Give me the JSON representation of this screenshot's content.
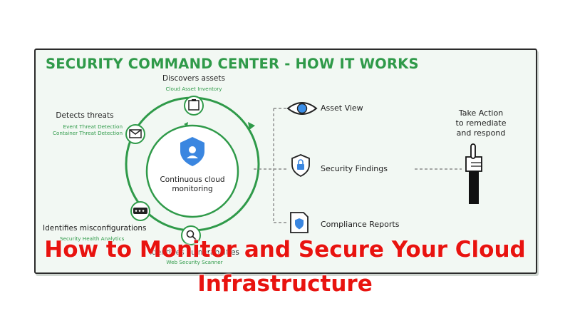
{
  "diagram": {
    "title": "SECURITY COMMAND CENTER - HOW IT WORKS",
    "core_label": "Continuous cloud\nmonitoring",
    "cycle_steps": [
      {
        "label": "Discovers assets",
        "service": "Cloud Asset Inventory",
        "icon": "clipboard-icon"
      },
      {
        "label": "Detects threats",
        "service_lines": [
          "Event Threat Detection",
          "Container Threat Detection"
        ],
        "icon": "envelope-alert-icon"
      },
      {
        "label": "Identifies misconfigurations",
        "service": "Security Health Analytics",
        "icon": "server-icon"
      },
      {
        "label": "Identifies vulnerabilities",
        "service": "Web Security Scanner",
        "icon": "magnifier-icon"
      }
    ],
    "outputs": [
      {
        "label": "Asset View",
        "icon": "eye-icon"
      },
      {
        "label": "Security Findings",
        "icon": "lock-shield-icon"
      },
      {
        "label": "Compliance Reports",
        "icon": "document-shield-icon"
      }
    ],
    "action_label": "Take Action\nto remediate\nand respond",
    "colors": {
      "accent": "#2f9a49",
      "eye": "#3a8ee8",
      "shield": "#3a86e0",
      "overlay": "#e8130f"
    }
  },
  "overlay_title": "How to Monitor and Secure Your Cloud Infrastructure"
}
